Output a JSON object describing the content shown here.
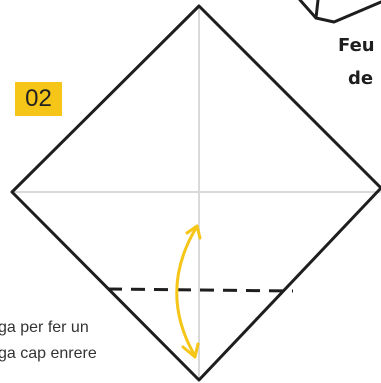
{
  "step_label": "02",
  "corner_text": {
    "line1": "Feu s",
    "line2": "de"
  },
  "instruction": {
    "line1": "ga per fer un",
    "line2": "ga cap enrere"
  },
  "colors": {
    "badge": "#f5c518",
    "arrow": "#f5c518",
    "outline": "#1e1e1e",
    "crease": "#d9d9d9"
  }
}
